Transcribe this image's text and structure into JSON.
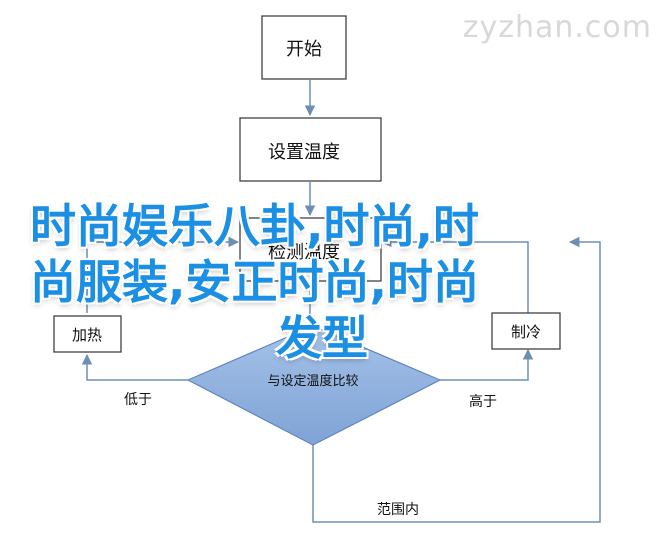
{
  "watermark": "zyzhan.com",
  "flowchart": {
    "start": "开始",
    "set_temp": "设置温度",
    "detect_temp": "检测温度",
    "heat": "加热",
    "cool": "制冷",
    "compare": "与设定温度比较",
    "low": "低于",
    "high": "高于",
    "in_range": "范围内"
  },
  "banner": {
    "line1": "时尚娱乐八卦,时尚,时",
    "line2": "尚服装,安正时尚,时尚",
    "line3": "发型"
  },
  "colors": {
    "line": "#6e8fb3",
    "diamond_fill": "#8fb0dd",
    "diamond_stroke": "#5f86bd",
    "banner": "#1a8fe3"
  }
}
